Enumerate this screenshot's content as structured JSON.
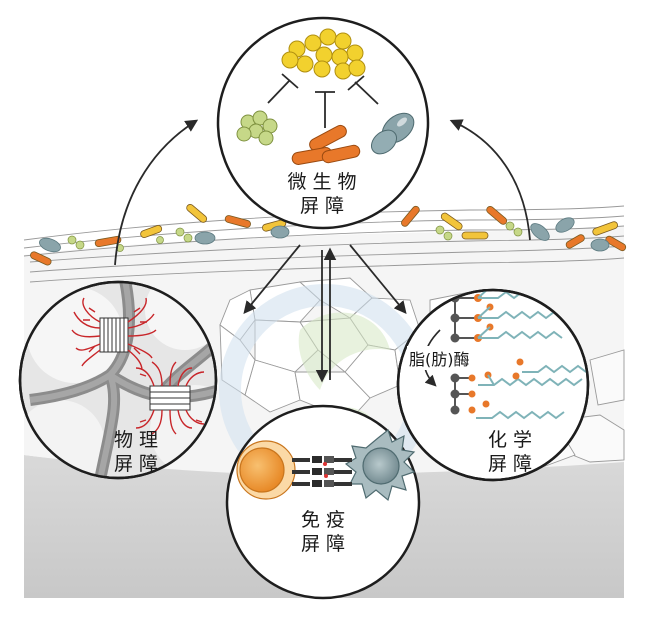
{
  "barriers": {
    "microbial": {
      "line1": "微生物",
      "line2": "屏障"
    },
    "physical": {
      "line1": "物理",
      "line2": "屏障"
    },
    "chemical": {
      "line1": "化学",
      "line2": "屏障"
    },
    "immune": {
      "line1": "免疫",
      "line2": "屏障"
    }
  },
  "chemical_enzyme_label": "脂(肪)酶",
  "colors": {
    "bacteria_yellow": "#f2d12e",
    "bacteria_orange": "#e8782a",
    "bacteria_green": "#bdd080",
    "fungus_grey": "#8aa4aa",
    "desmosome_red": "#c8262a",
    "lipid_orange": "#e8782a",
    "lipid_teal": "#7fb3b8",
    "immune_orange": "#f0a040",
    "dendritic_grey": "#7d959b"
  }
}
